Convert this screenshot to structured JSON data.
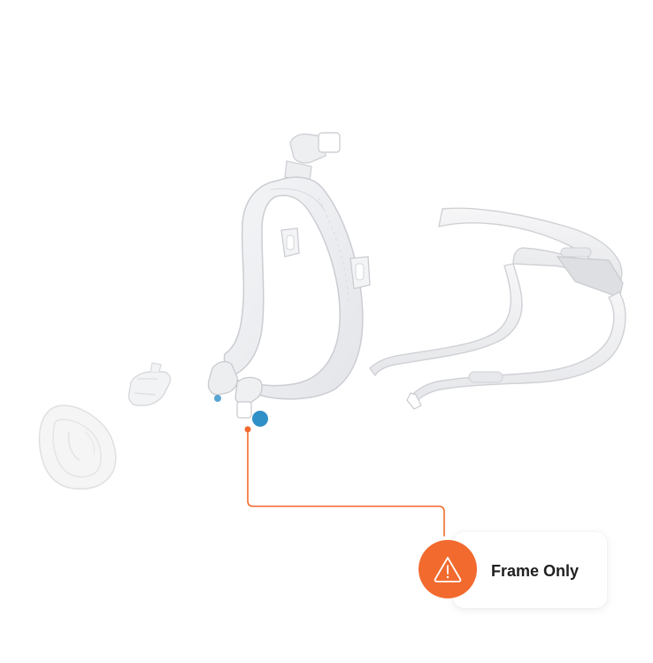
{
  "callout": {
    "label": "Frame Only",
    "icon": "warning-triangle-icon",
    "accent_color": "#f26a2e",
    "marker_color": "#2f8fc7"
  },
  "products": [
    {
      "name": "cushion",
      "icon": "mask-cushion-icon"
    },
    {
      "name": "elbow-connector",
      "icon": "elbow-connector-icon"
    },
    {
      "name": "mask-frame",
      "icon": "mask-frame-icon"
    },
    {
      "name": "headgear",
      "icon": "headgear-straps-icon"
    }
  ]
}
